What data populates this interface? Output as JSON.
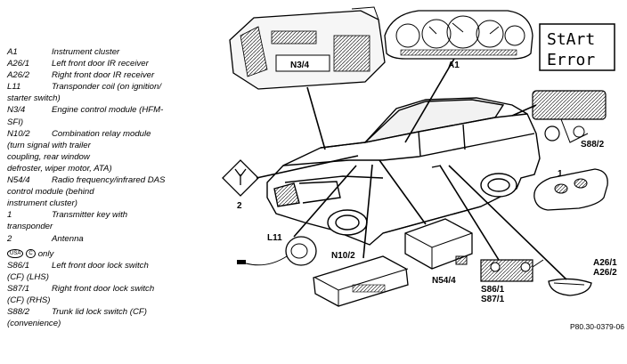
{
  "legend": [
    {
      "code": "A1",
      "text": "Instrument cluster"
    },
    {
      "code": "A26/1",
      "text": "Left front door IR receiver"
    },
    {
      "code": "A26/2",
      "text": "Right front door IR receiver"
    },
    {
      "code": "L11",
      "text": "Transponder coil (on ignition/",
      "cont": "starter switch)"
    },
    {
      "code": "N3/4",
      "text": "Engine control module (HFM-",
      "cont": "SFI)"
    },
    {
      "code": "N10/2",
      "text": "Combination relay module",
      "cont": "(turn signal with trailer",
      "cont2": "coupling, rear window",
      "cont3": "defroster, wiper motor, ATA)"
    },
    {
      "code": "N54/4",
      "text": "Radio frequency/infrared DAS",
      "cont": "control module (behind",
      "cont2": "instrument cluster)"
    },
    {
      "code": "1",
      "text": "Transmitter key with",
      "cont": "transponder"
    },
    {
      "code": "2",
      "text": "Antenna"
    }
  ],
  "region_note": {
    "badge1": "USA",
    "badge2": "C",
    "text": "only"
  },
  "legend2": [
    {
      "code": "S86/1",
      "text": "Left front door lock switch",
      "cont": "(CF) (LHS)"
    },
    {
      "code": "S87/1",
      "text": "Right front door lock switch",
      "cont": "(CF) (RHS)"
    },
    {
      "code": "S88/2",
      "text": "Trunk lid lock switch (CF)",
      "cont": "(convenience)"
    }
  ],
  "labels": {
    "n34": "N3/4",
    "a1": "A1",
    "s882": "S88/2",
    "one": "1",
    "two": "2",
    "l11": "L11",
    "n102": "N10/2",
    "n544": "N54/4",
    "s861": "S86/1",
    "s871": "S87/1",
    "a261": "A26/1",
    "a262": "A26/2",
    "lcd1": "StArt",
    "lcd2": "Error",
    "ref": "P80.30-0379-06"
  }
}
